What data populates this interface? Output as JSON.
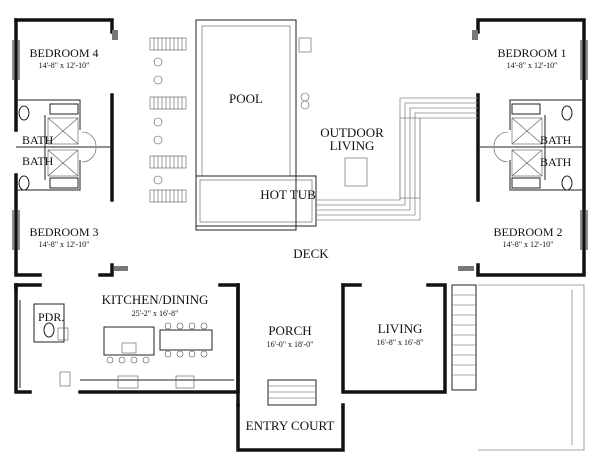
{
  "rooms": {
    "bedroom4": {
      "name": "BEDROOM 4",
      "dims": "14'-8\" x 12'-10\""
    },
    "bedroom1": {
      "name": "BEDROOM 1",
      "dims": "14'-8\" x 12'-10\""
    },
    "bedroom3": {
      "name": "BEDROOM 3",
      "dims": "14'-8\" x 12'-10\""
    },
    "bedroom2": {
      "name": "BEDROOM 2",
      "dims": "14'-8\" x 12'-10\""
    },
    "bath_left_top": {
      "name": "BATH"
    },
    "bath_left_bottom": {
      "name": "BATH"
    },
    "bath_right_top": {
      "name": "BATH"
    },
    "bath_right_bottom": {
      "name": "BATH"
    },
    "pool": {
      "name": "POOL"
    },
    "hot_tub": {
      "name": "HOT TUB"
    },
    "outdoor_living": {
      "line1": "OUTDOOR",
      "line2": "LIVING"
    },
    "deck": {
      "name": "DECK"
    },
    "kitchen": {
      "name": "KITCHEN/DINING",
      "dims": "25'-2\" x 16'-8\""
    },
    "pdr": {
      "name": "PDR."
    },
    "porch": {
      "name": "PORCH",
      "dims": "16'-0\" x 18'-0\""
    },
    "living": {
      "name": "LIVING",
      "dims": "16'-8\" x 16'-8\""
    },
    "entry_court": {
      "name": "ENTRY COURT"
    }
  }
}
